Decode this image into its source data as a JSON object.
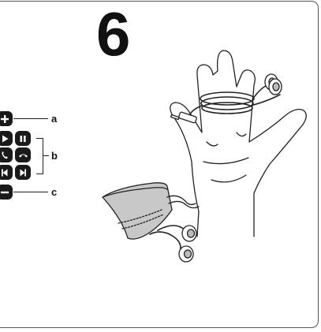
{
  "step": {
    "number": "6"
  },
  "legend": {
    "label_a": "a",
    "label_b": "b",
    "label_c": "c"
  },
  "icons": [
    "plus-icon",
    "play-icon",
    "pause-icon",
    "answer-call-icon",
    "hang-up-icon",
    "skip-back-icon",
    "skip-forward-icon",
    "minus-icon"
  ],
  "illustration": [
    "hand-wrapped-earphones",
    "earphone-pouch"
  ]
}
